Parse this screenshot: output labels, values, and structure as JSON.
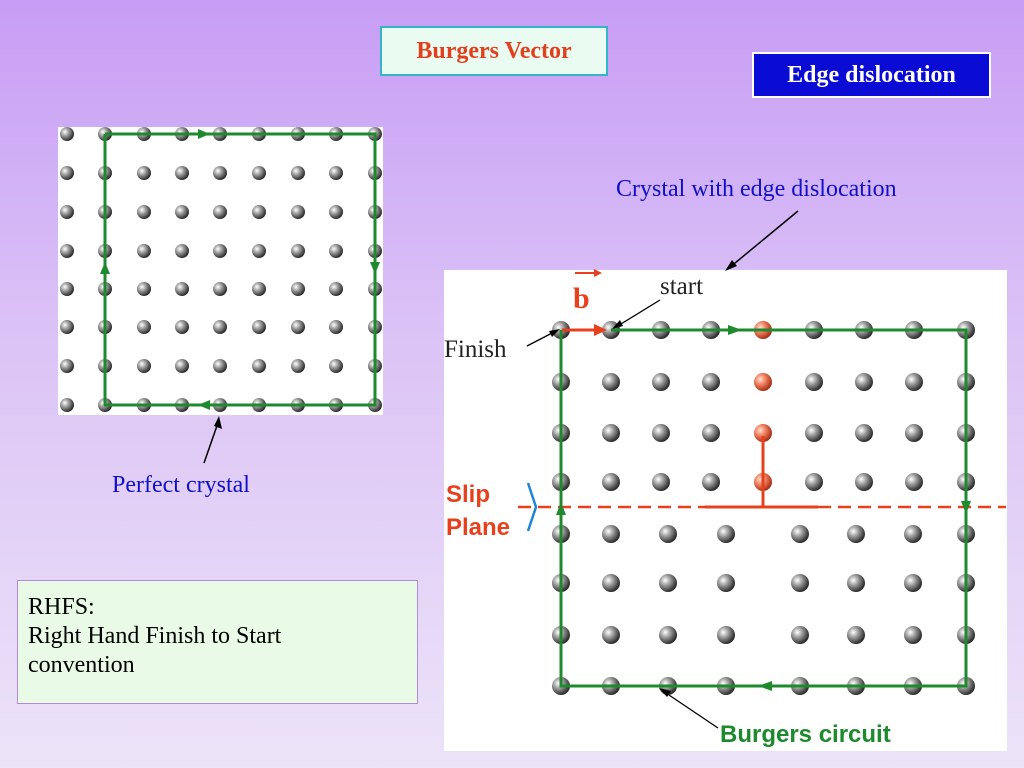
{
  "title": "Burgers Vector",
  "edge_label": "Edge dislocation",
  "perfect_caption": "Perfect crystal",
  "dislocation_caption": "Crystal with edge dislocation",
  "rhfs": {
    "line1": "RHFS:",
    "line2": "Right Hand Finish to Start",
    "line3": "convention"
  },
  "diagram_labels": {
    "b": "b",
    "start": "start",
    "finish": "Finish",
    "slip": "Slip",
    "plane": "Plane",
    "circuit": "Burgers circuit"
  },
  "colors": {
    "circuit": "#1e8a2e",
    "red": "#e8401c",
    "atom": "#777777",
    "caret": "#1d86d6"
  }
}
